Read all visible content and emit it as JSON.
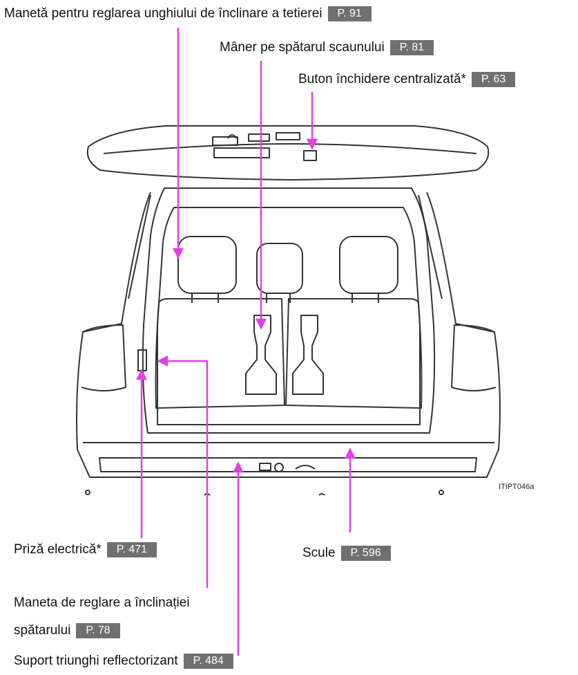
{
  "callouts": {
    "headrest_lever": {
      "text": "Manetă pentru reglarea unghiului de înclinare a tetierei",
      "page": "P. 91"
    },
    "seatback_handle": {
      "text": "Mâner pe spătarul scaunului",
      "page": "P. 81"
    },
    "central_lock": {
      "text": "Buton închidere centralizată",
      "asterisk": "*",
      "page": "P. 63"
    },
    "power_outlet": {
      "text": "Priză electrică",
      "asterisk": "*",
      "page": "P. 471"
    },
    "tools": {
      "text": "Scule",
      "page": "P. 596"
    },
    "recline_lever": {
      "line1": "Maneta de reglare a înclinației",
      "line2": "spătarului",
      "page": "P. 78"
    },
    "triangle_holder": {
      "text": "Suport triunghi reflectorizant",
      "page": "P. 484"
    }
  },
  "figure_code": "ITIPT046a",
  "colors": {
    "leader": "#e040e0",
    "ref_box": "#707070",
    "drawing": "#333333"
  }
}
